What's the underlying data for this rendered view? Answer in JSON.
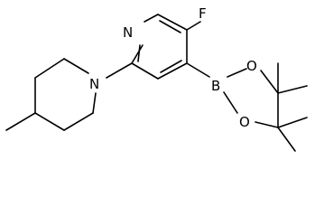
{
  "molecule": {
    "atoms": [
      {
        "id": "N_pyridine",
        "label": "N"
      },
      {
        "id": "F",
        "label": "F"
      },
      {
        "id": "N_piperidine",
        "label": "N"
      },
      {
        "id": "B",
        "label": "B"
      },
      {
        "id": "O_upper",
        "label": "O"
      },
      {
        "id": "O_lower",
        "label": "O"
      }
    ]
  }
}
